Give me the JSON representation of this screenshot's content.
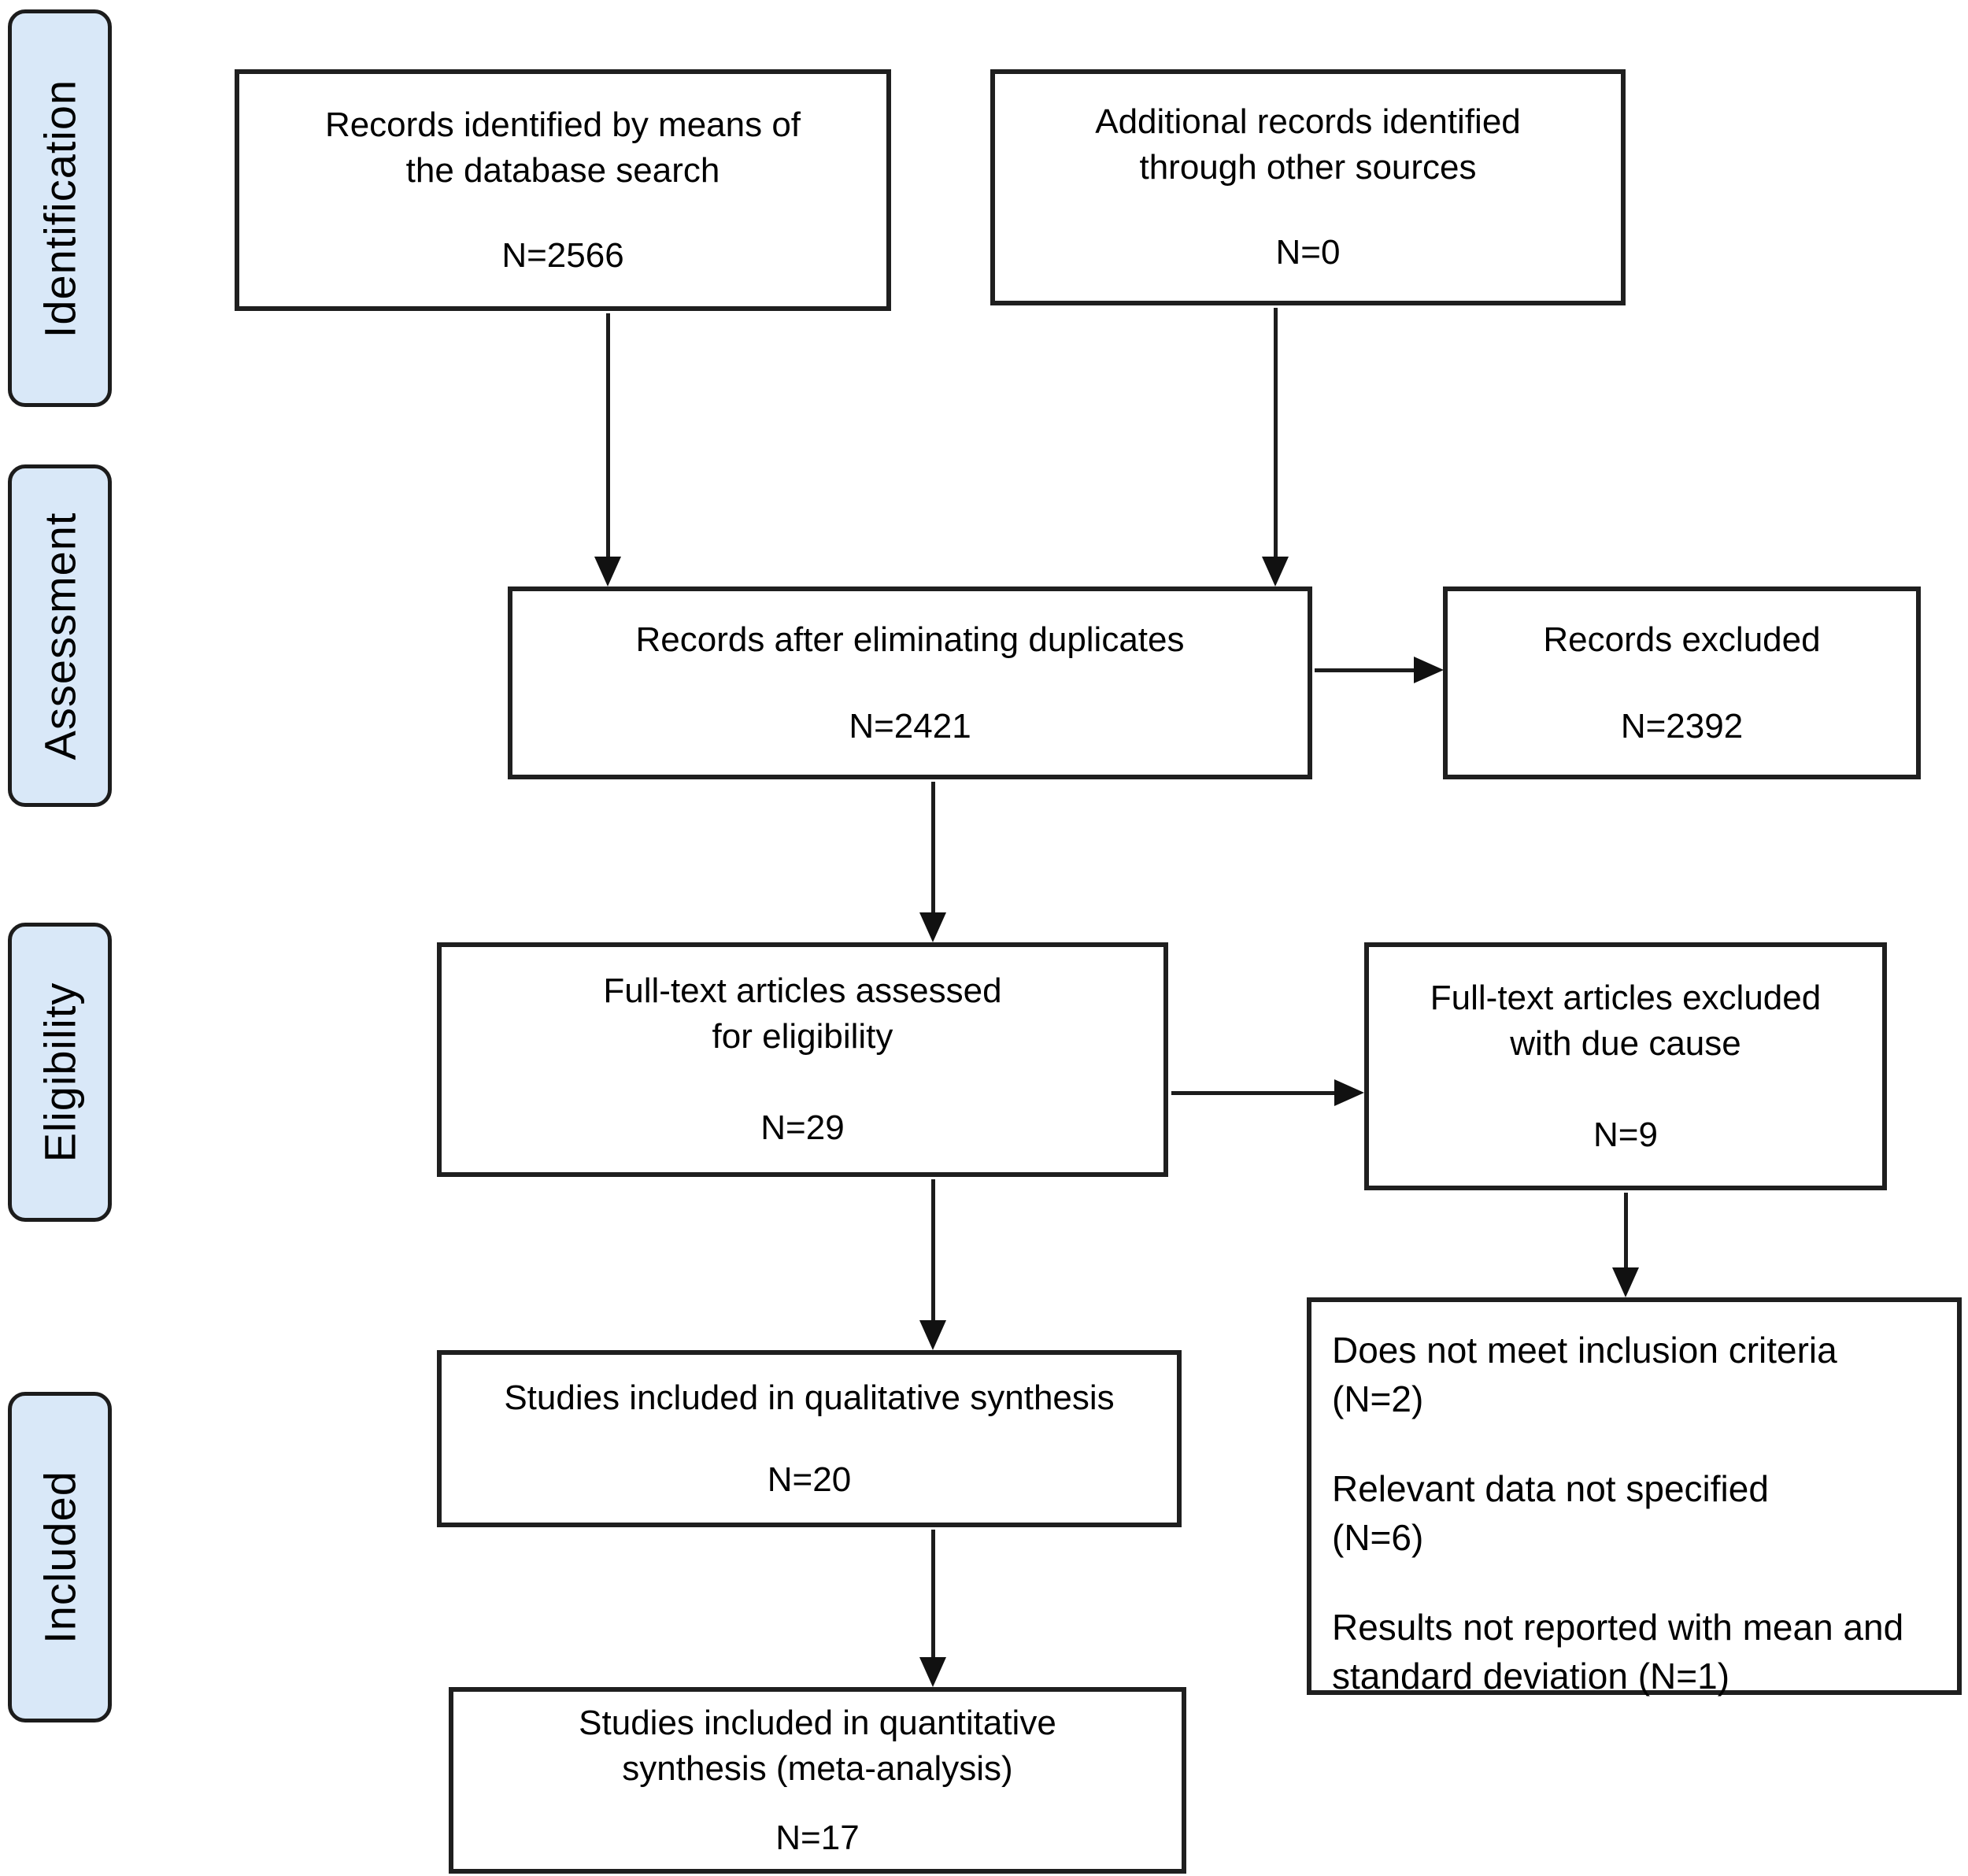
{
  "figure": {
    "type": "prisma-flow-diagram",
    "title": "Study selection flow diagram"
  },
  "colors": {
    "stage_fill": "#d9e8f8",
    "box_fill": "#ffffff",
    "border": "#1f1f1f",
    "arrow": "#111111",
    "text": "#000000"
  },
  "sidebar": {
    "stages": [
      {
        "label": "Identification"
      },
      {
        "label": "Assessment"
      },
      {
        "label": "Eligibility"
      },
      {
        "label": "Included"
      }
    ]
  },
  "flow": {
    "identified": {
      "lines": [
        "Records identified by means of",
        "the database search"
      ],
      "n": "N=2566"
    },
    "additional": {
      "lines": [
        "Additional records identified",
        "through other sources"
      ],
      "n": "N=0"
    },
    "deduplicated": {
      "lines": [
        "Records after eliminating duplicates"
      ],
      "n": "N=2421"
    },
    "records_excluded": {
      "lines": [
        "Records excluded"
      ],
      "n": "N=2392"
    },
    "fulltext_assessed": {
      "lines": [
        "Full-text articles assessed",
        "for eligibility"
      ],
      "n": "N=29"
    },
    "fulltext_excluded": {
      "lines": [
        "Full-text articles excluded",
        "with due cause"
      ],
      "n": "N=9"
    },
    "qualitative": {
      "lines": [
        "Studies included in qualitative synthesis"
      ],
      "n": "N=20"
    },
    "quantitative": {
      "lines": [
        "Studies included in quantitative",
        "synthesis (meta-analysis)"
      ],
      "n": "N=17"
    },
    "reasons": [
      {
        "lines": [
          "Does not meet inclusion criteria",
          "(N=2)"
        ]
      },
      {
        "lines": [
          "Relevant data not specified",
          "(N=6)"
        ]
      },
      {
        "lines": [
          "Results not reported with mean and",
          "standard deviation (N=1)"
        ]
      }
    ]
  }
}
